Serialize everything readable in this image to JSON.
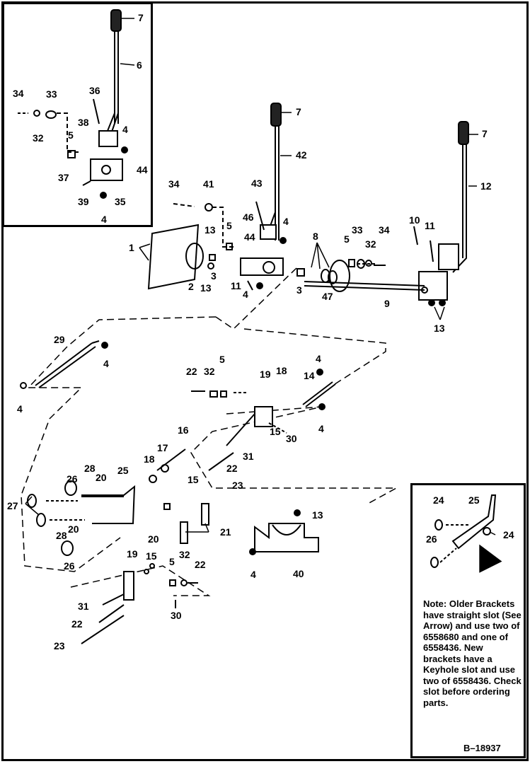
{
  "figure_id": "B–18937",
  "note": {
    "label": "Note:",
    "text": "Older Brackets have straight slot (See Arrow) and use two of 6558680 and one of 6558436. New brackets have a Keyhole slot and use two of 6558436. Check slot before ordering parts."
  },
  "callouts": {
    "c7a": "7",
    "c6": "6",
    "c34a": "34",
    "c33a": "33",
    "c36": "36",
    "c32a": "32",
    "c38": "38",
    "c5a": "5",
    "c4a": "4",
    "c37": "37",
    "c44a": "44",
    "c39": "39",
    "c35": "35",
    "c4b": "4",
    "c7b": "7",
    "c42": "42",
    "c7c": "7",
    "c12": "12",
    "c34b": "34",
    "c41": "41",
    "c43": "43",
    "c46": "46",
    "c4c": "4",
    "c1": "1",
    "c13a": "13",
    "c5b": "5",
    "c44b": "44",
    "c3a": "3",
    "c2": "2",
    "c13b": "13",
    "c11a": "11",
    "c4d": "4",
    "c3b": "3",
    "c8": "8",
    "c47": "47",
    "c5c": "5",
    "c33b": "33",
    "c32b": "32",
    "c34c": "34",
    "c10": "10",
    "c11b": "11",
    "c9": "9",
    "c13c": "13",
    "c29": "29",
    "c4e": "4",
    "c4f": "4",
    "c22a": "22",
    "c32c": "32",
    "c5d": "5",
    "c19a": "19",
    "c18a": "18",
    "c4g": "4",
    "c14": "14",
    "c15a": "15",
    "c30a": "30",
    "c4h": "4",
    "c16": "16",
    "c17": "17",
    "c18b": "18",
    "c15b": "15",
    "c31a": "31",
    "c22b": "22",
    "c23a": "23",
    "c28a": "28",
    "c20a": "20",
    "c26a": "26",
    "c25a": "25",
    "c27": "27",
    "c28b": "28",
    "c20b": "20",
    "c26b": "26",
    "c20c": "20",
    "c21": "21",
    "c13d": "13",
    "c4i": "4",
    "c40": "40",
    "c19b": "19",
    "c15c": "15",
    "c5e": "5",
    "c32d": "32",
    "c22c": "22",
    "c31b": "31",
    "c30b": "30",
    "c22d": "22",
    "c23b": "23",
    "c24a": "24",
    "c25b": "25",
    "c24b": "24",
    "c26c": "26"
  }
}
